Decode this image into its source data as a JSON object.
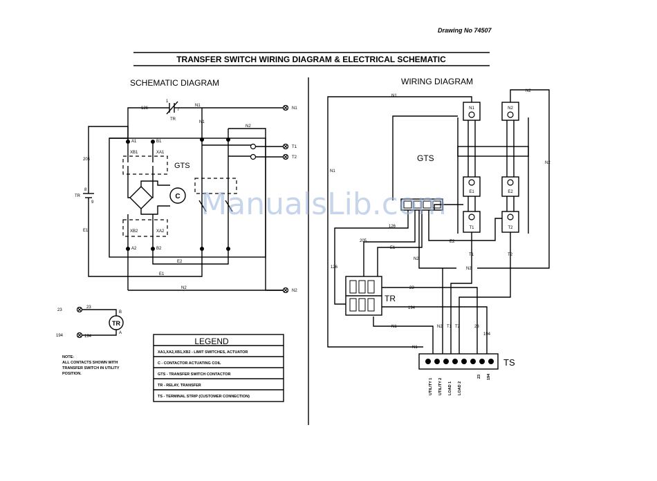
{
  "drawing_no": "Drawing No 74507",
  "title": "TRANSFER SWITCH WIRING DIAGRAM & ELECTRICAL SCHEMATIC",
  "watermark": "ManualsLib.com",
  "schematic": {
    "heading": "SCHEMATIC DIAGRAM",
    "gts": "GTS",
    "contactor": "C",
    "tr": "TR",
    "tr_coil": "TR",
    "relay_contact": {
      "one": "1",
      "seven": "7"
    },
    "terminals": {
      "t1": "T1",
      "t2": "T2",
      "n1": "N1",
      "n2": "N2"
    },
    "wires": {
      "w126": "126",
      "w205": "205",
      "w8": "8",
      "w9": "9",
      "e1": "E1",
      "e2": "E2",
      "n1": "N1",
      "n2": "N2"
    },
    "switch_labels": {
      "a1": "A1",
      "b1": "B1",
      "xb1": "XB1",
      "xa1": "XA1",
      "xb2": "XB2",
      "xa2": "XA2",
      "a2": "A2",
      "b2": "B2"
    },
    "coil_terms": {
      "b": "B",
      "a": "A",
      "w23": "23",
      "w194": "194"
    }
  },
  "wiring": {
    "heading": "WIRING DIAGRAM",
    "gts": "GTS",
    "tr": "TR",
    "ts": "TS",
    "blocks": {
      "n1": "N1",
      "n2": "N2",
      "e1": "E1",
      "e2": "E2",
      "t1": "T1",
      "t2": "T2"
    },
    "wires": {
      "n1": "N1",
      "n2": "N2",
      "w126": "126",
      "w205": "205",
      "e1": "E1",
      "e2": "E2",
      "t1": "T1",
      "t2": "T2",
      "w23": "23",
      "w194": "194"
    },
    "ts_labels": [
      "UTILITY 1",
      "UTILITY 2",
      "LOAD 1",
      "LOAD 2",
      "23",
      "194"
    ],
    "ts_wire_labels": [
      "N2",
      "T1",
      "T2",
      "23",
      "194"
    ]
  },
  "note": [
    "NOTE:",
    "ALL CONTACTS SHOWN WITH",
    "TRANSFER SWITCH IN UTILITY",
    "POSITION."
  ],
  "legend": {
    "title": "LEGEND",
    "rows": [
      "XA1,XA2,XB1,XB2 - LIMIT SWITCHES, ACTUATOR",
      "C - CONTACTOR ACTUATING COIL",
      "GTS - TRANSFER SWITCH CONTACTOR",
      "TR - RELAY, TRANSFER",
      "TS - TERMINAL STRIP (CUSTOMER CONNECTION)"
    ]
  }
}
